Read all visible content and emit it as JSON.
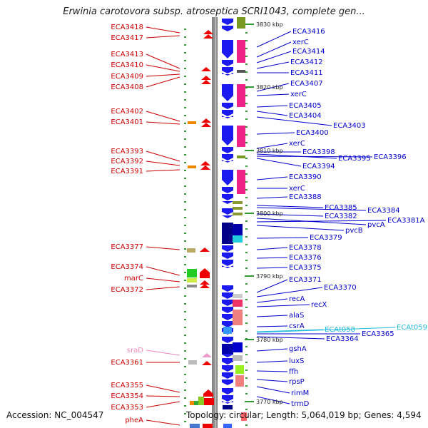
{
  "title": "Erwinia carotovora subsp. atroseptica SCRI1043, complete gen...",
  "footer": {
    "accession": "Accession: NC_004547",
    "topology": "Topology: circular; Length: 5,064,019 bp; Genes: 4,594"
  },
  "colors": {
    "left_label": "#cc0000",
    "right_label": "#0000cc",
    "trna_label": "#22bbdd",
    "srna_label": "#ee88bb",
    "backbone": "#888888",
    "tick": "#339933"
  },
  "scale": [
    {
      "label": "3830 kbp"
    },
    {
      "label": "3820 kbp"
    },
    {
      "label": "3810 kbp"
    },
    {
      "label": "3800 kbp"
    },
    {
      "label": "3790 kbp"
    },
    {
      "label": "3780 kbp"
    },
    {
      "label": "3770 kbp"
    }
  ],
  "left_labels": [
    {
      "text": "ECA3418"
    },
    {
      "text": "ECA3417"
    },
    {
      "text": "ECA3413"
    },
    {
      "text": "ECA3410"
    },
    {
      "text": "ECA3409"
    },
    {
      "text": "ECA3408"
    },
    {
      "text": "ECA3402"
    },
    {
      "text": "ECA3401"
    },
    {
      "text": "ECA3393"
    },
    {
      "text": "ECA3392"
    },
    {
      "text": "ECA3391"
    },
    {
      "text": "ECA3377"
    },
    {
      "text": "ECA3374"
    },
    {
      "text": "marC"
    },
    {
      "text": "ECA3372"
    },
    {
      "text": "sraD"
    },
    {
      "text": "ECA3361"
    },
    {
      "text": "ECA3355"
    },
    {
      "text": "ECA3354"
    },
    {
      "text": "ECA3353"
    },
    {
      "text": "pheA"
    }
  ],
  "right_labels": [
    {
      "text": "ECA3416"
    },
    {
      "text": "xerC"
    },
    {
      "text": "ECA3414"
    },
    {
      "text": "ECA3412"
    },
    {
      "text": "ECA3411"
    },
    {
      "text": "ECA3407"
    },
    {
      "text": "xerC"
    },
    {
      "text": "ECA3405"
    },
    {
      "text": "ECA3404"
    },
    {
      "text": "ECA3403"
    },
    {
      "text": "ECA3400"
    },
    {
      "text": "xerC"
    },
    {
      "text": "ECA3398"
    },
    {
      "text": "ECA3395"
    },
    {
      "text": "ECA3396"
    },
    {
      "text": "ECA3394"
    },
    {
      "text": "ECA3390"
    },
    {
      "text": "xerC"
    },
    {
      "text": "ECA3388"
    },
    {
      "text": "ECA3385"
    },
    {
      "text": "ECA3384"
    },
    {
      "text": "ECA3382"
    },
    {
      "text": "pvcA"
    },
    {
      "text": "ECA3381A"
    },
    {
      "text": "pvcB"
    },
    {
      "text": "ECA3379"
    },
    {
      "text": "ECA3378"
    },
    {
      "text": "ECA3376"
    },
    {
      "text": "ECA3375"
    },
    {
      "text": "ECA3371"
    },
    {
      "text": "ECA3370"
    },
    {
      "text": "recA"
    },
    {
      "text": "recX"
    },
    {
      "text": "alaS"
    },
    {
      "text": "csrA"
    },
    {
      "text": "ECAt058"
    },
    {
      "text": "ECAt059"
    },
    {
      "text": "ECA3365"
    },
    {
      "text": "ECA3364"
    },
    {
      "text": "gshA"
    },
    {
      "text": "luxS"
    },
    {
      "text": "ffh"
    },
    {
      "text": "rpsP"
    },
    {
      "text": "rimM"
    },
    {
      "text": "trmD"
    }
  ]
}
